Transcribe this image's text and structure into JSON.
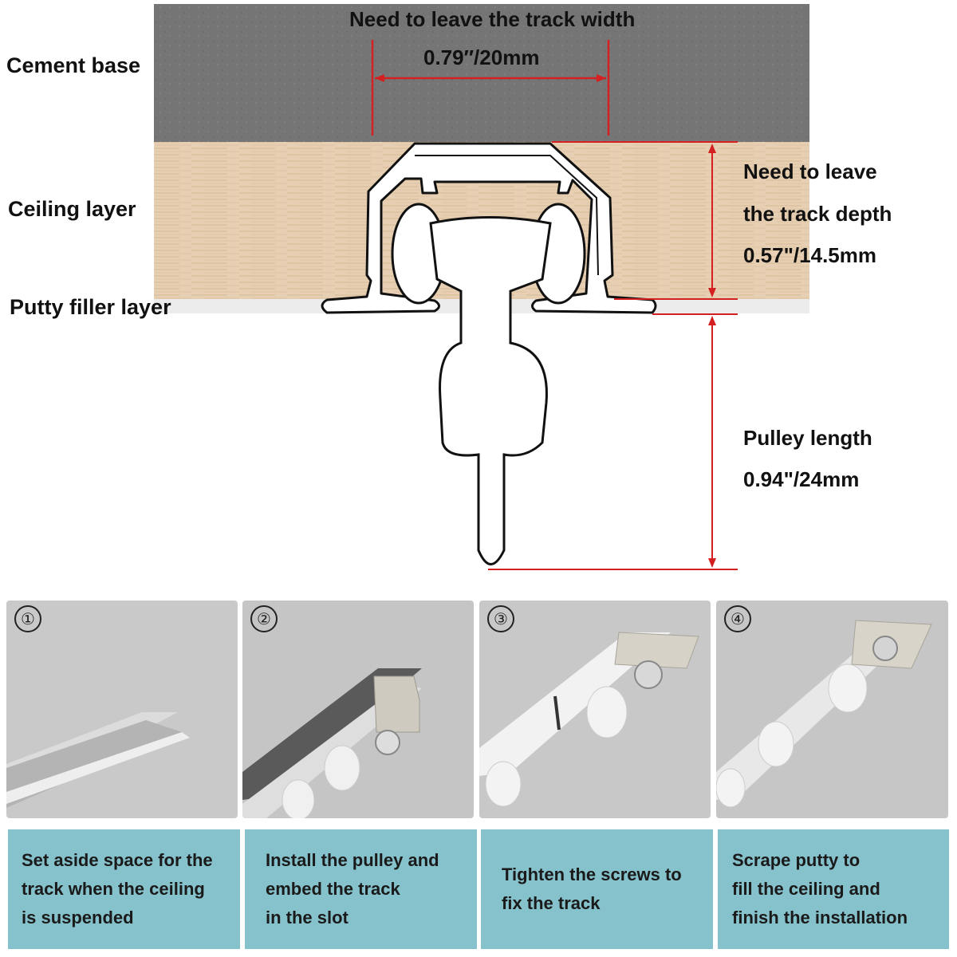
{
  "layers": {
    "cement_label": "Cement base",
    "ceiling_label": "Ceiling layer",
    "putty_label": "Putty filler layer"
  },
  "dimensions": {
    "width_title": "Need to leave the track width",
    "width_value": "0.79″/20mm",
    "depth_line1": "Need to leave",
    "depth_line2": "the track depth",
    "depth_value": "0.57\"/14.5mm",
    "pulley_title": "Pulley length",
    "pulley_value": "0.94\"/24mm"
  },
  "colors": {
    "cement": "#747474",
    "wood": "#e6cfb2",
    "putty": "#ececec",
    "dimension_line": "#d42020",
    "caption_bg": "#86c2cc"
  },
  "steps": [
    {
      "number": "①",
      "caption": "Set aside space for the\ntrack when the ceiling\nis suspended"
    },
    {
      "number": "②",
      "caption": "Install the pulley and\nembed the track\nin the slot"
    },
    {
      "number": "③",
      "caption": "Tighten the screws to\nfix the track"
    },
    {
      "number": "④",
      "caption": "Scrape putty to\nfill the ceiling and\nfinish the installation"
    }
  ]
}
